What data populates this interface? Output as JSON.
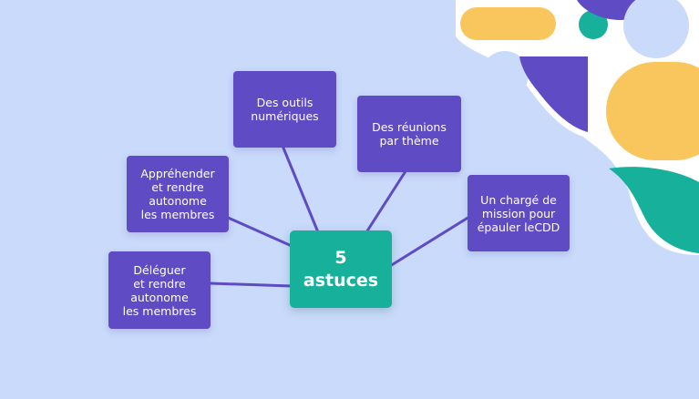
{
  "colors": {
    "background": "#c9dafb",
    "node": "#5f4bc4",
    "center": "#17b09b",
    "connector": "#5f4bc4",
    "accent_yellow": "#f8c65c",
    "accent_teal": "#17b09b",
    "accent_purple": "#5f4bc4"
  },
  "diagram": {
    "center": "5\nastuces",
    "nodes": [
      {
        "id": "outils",
        "label": "Des outils\nnumériques"
      },
      {
        "id": "reunions",
        "label": "Des réunions\npar thème"
      },
      {
        "id": "apprehender",
        "label": "Appréhender\net rendre\nautonome\nles membres"
      },
      {
        "id": "charge",
        "label": "Un chargé de\nmission pour\népauler leCDD"
      },
      {
        "id": "deleguer",
        "label": "Déléguer\net rendre\nautonome\nles membres"
      }
    ]
  }
}
